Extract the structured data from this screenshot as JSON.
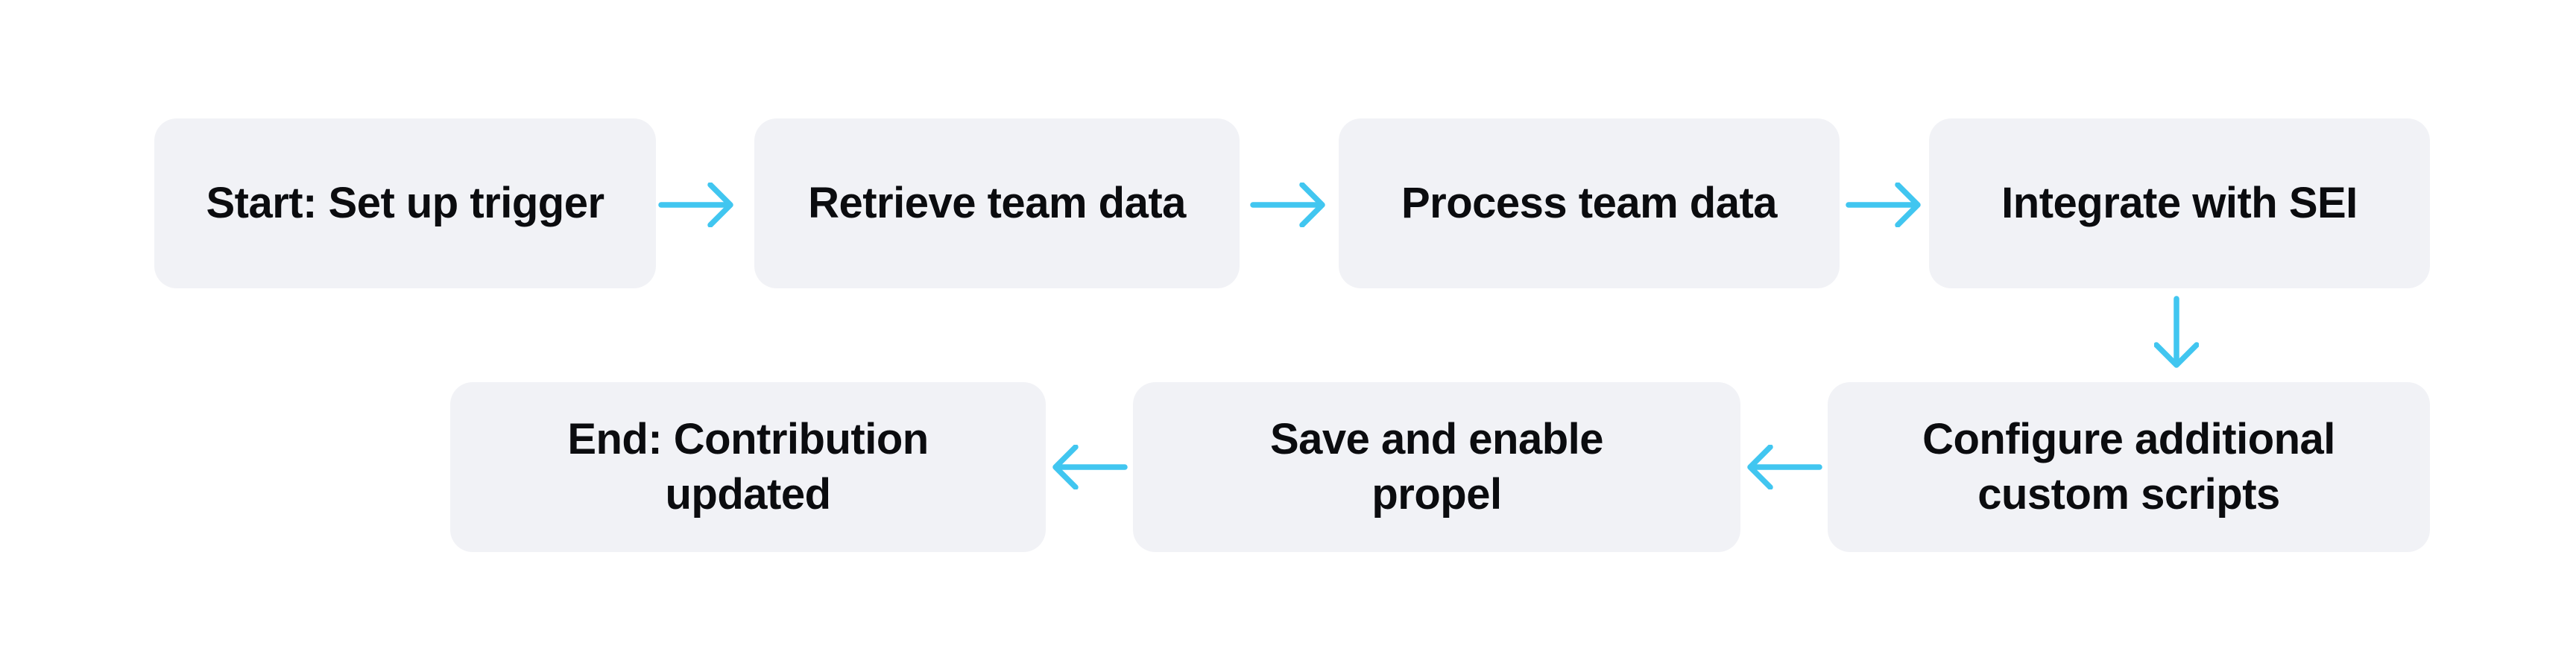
{
  "flow": {
    "colors": {
      "arrow": "#41C6F0",
      "node_background": "#F1F2F6",
      "label_text": "#0B0C0F",
      "canvas_background": "#FFFFFF"
    },
    "nodes": [
      {
        "id": "start",
        "label": "Start: Set up trigger"
      },
      {
        "id": "retrieve",
        "label": "Retrieve team data"
      },
      {
        "id": "process",
        "label": "Process team data"
      },
      {
        "id": "integrate",
        "label": "Integrate with SEI"
      },
      {
        "id": "configure",
        "label": "Configure additional\ncustom scripts"
      },
      {
        "id": "save",
        "label": "Save and enable\npropel"
      },
      {
        "id": "end",
        "label": "End: Contribution\nupdated"
      }
    ],
    "edges": [
      {
        "from": "start",
        "to": "retrieve",
        "direction": "right"
      },
      {
        "from": "retrieve",
        "to": "process",
        "direction": "right"
      },
      {
        "from": "process",
        "to": "integrate",
        "direction": "right"
      },
      {
        "from": "integrate",
        "to": "configure",
        "direction": "down"
      },
      {
        "from": "configure",
        "to": "save",
        "direction": "left"
      },
      {
        "from": "save",
        "to": "end",
        "direction": "left"
      }
    ]
  }
}
